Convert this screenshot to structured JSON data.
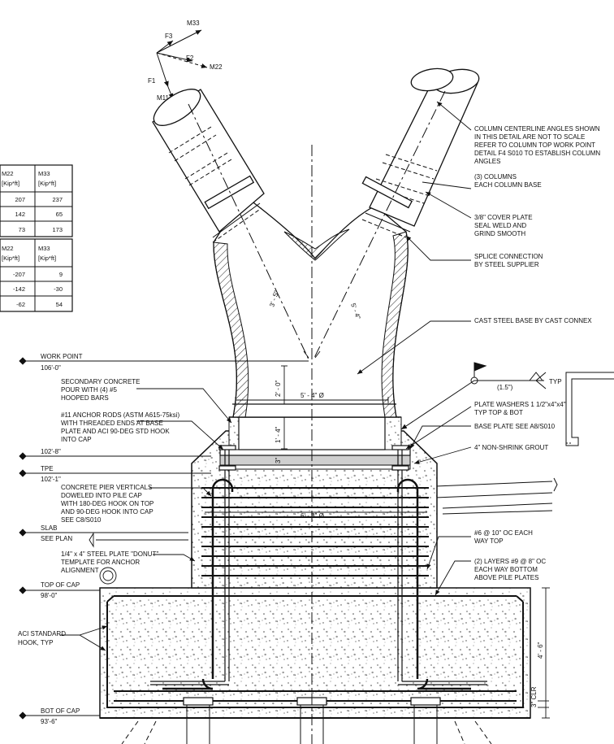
{
  "force_arrows": {
    "m33": "M33",
    "f3": "F3",
    "f2": "F2",
    "m22": "M22",
    "f1": "F1",
    "m11": "M11"
  },
  "table_top": {
    "headers": [
      [
        "M22",
        "[Kip*ft]"
      ],
      [
        "M33",
        "[Kip*ft]"
      ]
    ],
    "rows": [
      [
        "207",
        "237"
      ],
      [
        "142",
        "65"
      ],
      [
        "73",
        "173"
      ]
    ]
  },
  "table_bottom": {
    "headers": [
      [
        "M22",
        "[Kip*ft]"
      ],
      [
        "M33",
        "[Kip*ft]"
      ]
    ],
    "rows": [
      [
        "-207",
        "9"
      ],
      [
        "-142",
        "-30"
      ],
      [
        "-62",
        "54"
      ]
    ]
  },
  "right_notes": {
    "centerline": [
      "COLUMN CENTERLINE ANGLES SHOWN",
      "IN THIS DETAIL ARE NOT TO SCALE",
      "REFER TO COLUMN TOP WORK POINT",
      "DETAIL  F4 S010 TO ESTABLISH COLUMN",
      "ANGLES"
    ],
    "columns": [
      "(3) COLUMNS",
      "EACH COLUMN BASE"
    ],
    "cover_plate": [
      "3/8\" COVER PLATE",
      "SEAL WELD AND",
      "GRIND SMOOTH"
    ],
    "splice": [
      "SPLICE CONNECTION",
      "BY STEEL SUPPLIER"
    ],
    "cast_base": [
      "CAST STEEL BASE BY CAST CONNEX"
    ],
    "weld_size": "(1.5\")",
    "weld_typ": "TYP",
    "plate_washers": [
      "PLATE WASHERS 1 1/2\"x4\"x4\"",
      "TYP TOP & BOT"
    ],
    "base_plate": [
      "BASE PLATE SEE  A8/S010"
    ],
    "grout": [
      "4\" NON-SHRINK GROUT"
    ],
    "bars_6": [
      "#6 @ 10\" OC EACH",
      "WAY TOP"
    ],
    "bars_9": [
      "(2) LAYERS #9 @ 8\" OC",
      "EACH WAY BOTTOM",
      "ABOVE PILE PLATES"
    ]
  },
  "left_notes": {
    "work_point": {
      "label": "WORK POINT",
      "elev": "106'-0\""
    },
    "secondary": [
      "SECONDARY CONCRETE",
      "POUR WITH (4) #5",
      "HOOPED BARS"
    ],
    "anchor_rods": [
      "#11 ANCHOR RODS (ASTM A615-75ksi)",
      "WITH THREADED ENDS AT BASE",
      "PLATE AND ACI 90-DEG STD HOOK",
      "INTO CAP"
    ],
    "elev_102_8": "102'-8\"",
    "tpe": {
      "label": "TPE",
      "elev": "102'-1\""
    },
    "pier_verticals": [
      "CONCRETE PIER VERTICALS",
      "DOWELED INTO PILE CAP",
      "WITH 180-DEG HOOK ON TOP",
      "AND 90-DEG HOOK INTO CAP",
      "SEE  C8/S010"
    ],
    "slab": {
      "label": "SLAB",
      "sub": "SEE PLAN"
    },
    "donut": [
      "1/4\" x 4\" STEEL PLATE \"DONUT\"",
      "TEMPLATE FOR ANCHOR",
      "ALIGNMENT"
    ],
    "top_of_cap": {
      "label": "TOP OF CAP",
      "elev": "98'-0\""
    },
    "aci_hook": [
      "ACI STANDARD",
      "HOOK, TYP"
    ],
    "bot_of_cap": {
      "label": "BOT OF CAP",
      "elev": "93'-6\""
    }
  },
  "dims": {
    "d_3_5": "3' - 5\"",
    "d_5_4": "5' - 4\"",
    "d_5_4_dia": "5' - 4\" Ø",
    "d_2_0": "2' - 0\"",
    "d_1_4": "1' - 4\"",
    "d_3in": "3\"",
    "d_6_8_dia": "6' - 8\" Ø",
    "d_4_6": "4' - 6\"",
    "d_3_clr": "3\" CLR"
  }
}
